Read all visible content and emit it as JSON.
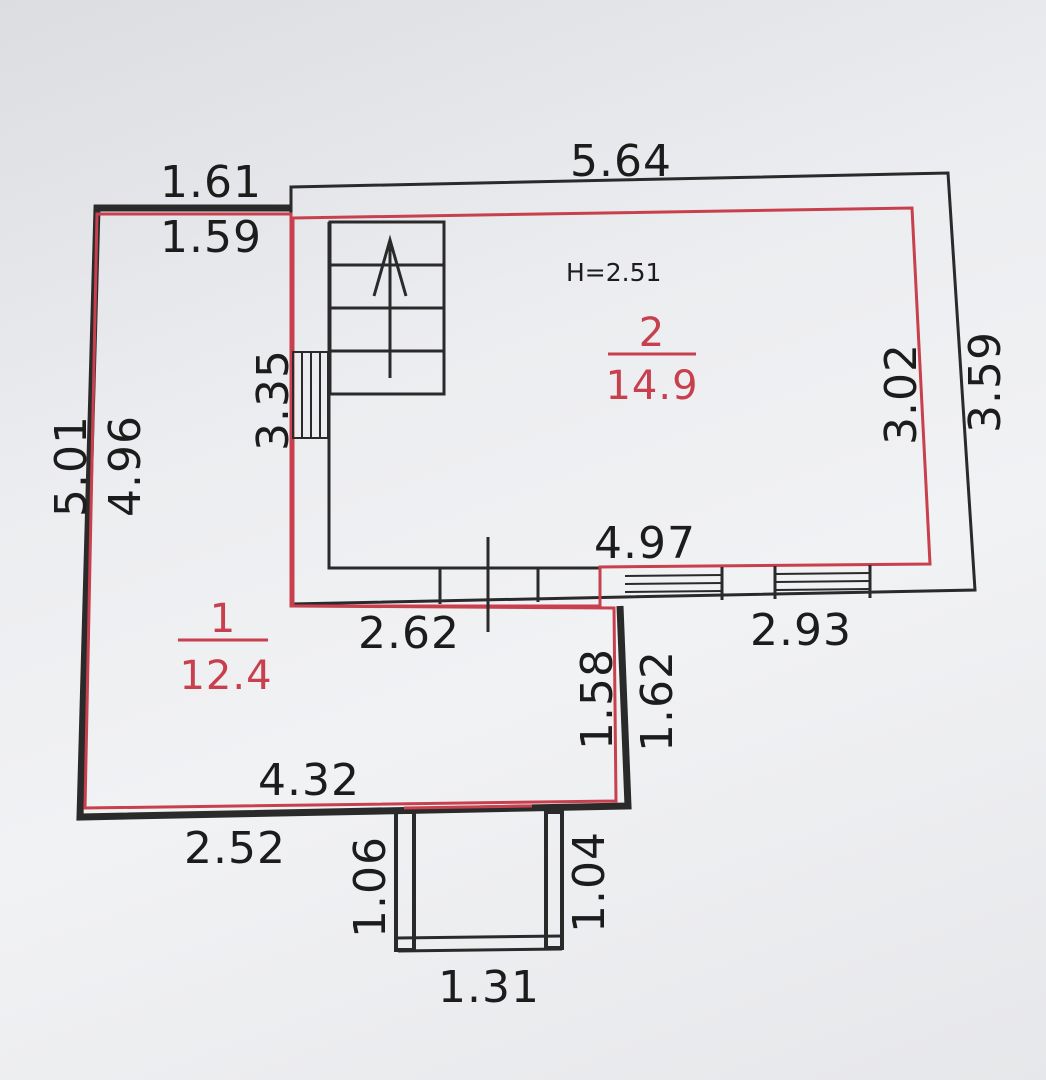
{
  "colors": {
    "outline": "#2a2a2a",
    "room_boundary": "#c8404e",
    "text": "#1c1c1c"
  },
  "ceiling_height": "H=2.51",
  "rooms": [
    {
      "number": "1",
      "area": "12.4"
    },
    {
      "number": "2",
      "area": "14.9"
    }
  ],
  "dimensions": {
    "top_left_outer": "1.61",
    "top_left_inner": "1.59",
    "top_right_outer": "5.64",
    "left_outer": "5.01",
    "left_inner": "4.96",
    "stair_side": "3.35",
    "room2_right_inner": "3.02",
    "right_outer": "3.59",
    "room2_bottom_inner": "4.97",
    "middle_bottom_left": "2.62",
    "middle_bottom_right": "2.93",
    "step_inner": "1.58",
    "step_outer": "1.62",
    "room1_bottom_inner": "4.32",
    "bottom_left_outer": "2.52",
    "porch_left": "1.06",
    "porch_right": "1.04",
    "porch_bottom": "1.31"
  }
}
